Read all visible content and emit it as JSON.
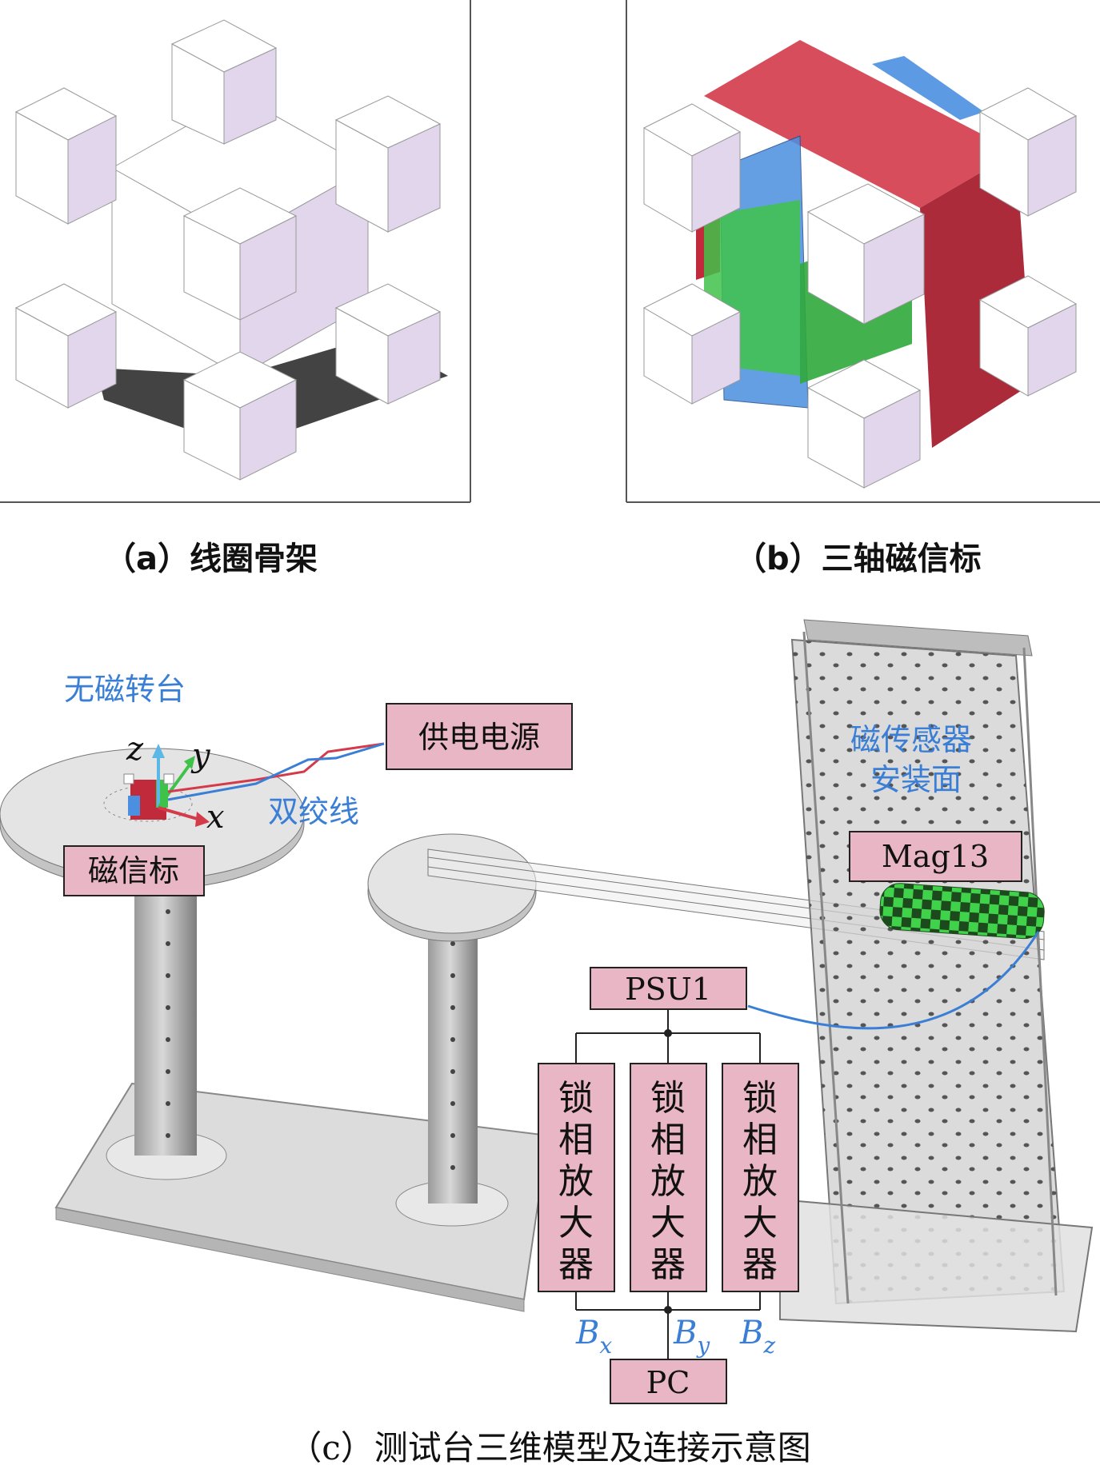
{
  "captions": {
    "a": "（a）线圈骨架",
    "b": "（b）三轴磁信标",
    "c": "（c）测试台三维模型及连接示意图"
  },
  "labels": {
    "turntable": "无磁转台",
    "power_supply": "供电电源",
    "twisted_pair": "双绞线",
    "beacon": "磁信标",
    "sensor_mount": [
      "磁传感器",
      "安装面"
    ],
    "mag13": "Mag13",
    "psu1": "PSU1",
    "pc": "PC",
    "lockin_amp": [
      "锁",
      "相",
      "放",
      "大",
      "器"
    ]
  },
  "signals": [
    {
      "base": "B",
      "sub": "x"
    },
    {
      "base": "B",
      "sub": "y"
    },
    {
      "base": "B",
      "sub": "z"
    }
  ],
  "axes": {
    "x": "x",
    "y": "y",
    "z": "z"
  },
  "colors": {
    "cube_face_light": "#ffffff",
    "cube_face_shade": "#e2d6ec",
    "coil_red": "#d43a4a",
    "coil_blue": "#4a8fe0",
    "coil_green": "#3fc24a",
    "box_fill": "#e8b6c4",
    "label_blue": "#3a7fd5",
    "metal": "#d0d0d0"
  }
}
